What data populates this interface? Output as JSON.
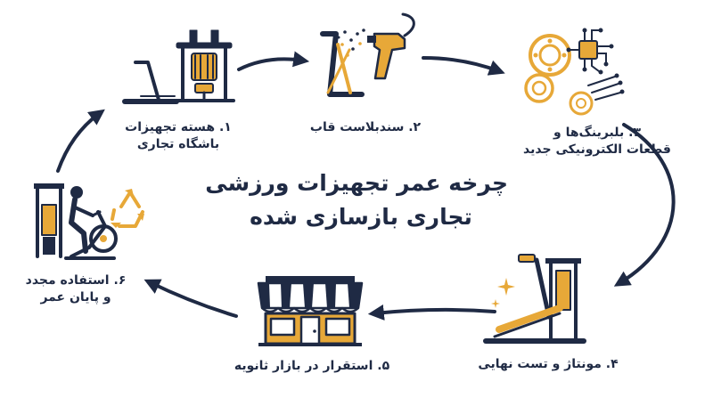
{
  "title": {
    "line1": "چرخه عمر تجهیزات ورزشی",
    "line2": "تجاری بازسازی شده"
  },
  "stages": [
    {
      "line1": "۱. هسته تجهیزات",
      "line2": "باشگاه تجاری",
      "icon": "gym-machine-treadmill-icon"
    },
    {
      "line1": "۲. سندبلاست قاب",
      "line2": "",
      "icon": "sandblast-gun-icon"
    },
    {
      "line1": "۳. بلبرینگ‌ها و",
      "line2": "قطعات الکترونیکی جدید",
      "icon": "bearings-circuit-icon"
    },
    {
      "line1": "۴. مونتاژ و تست نهایی",
      "line2": "",
      "icon": "assembled-treadmill-icon"
    },
    {
      "line1": "۵. استقرار در بازار ثانویه",
      "line2": "",
      "icon": "storefront-icon"
    },
    {
      "line1": "۶. استفاده مجدد",
      "line2": "و پایان عمر",
      "icon": "cyclist-recycle-icon"
    }
  ],
  "colors": {
    "navy": "#1f2a44",
    "gold": "#e7a838",
    "background": "#ffffff"
  }
}
